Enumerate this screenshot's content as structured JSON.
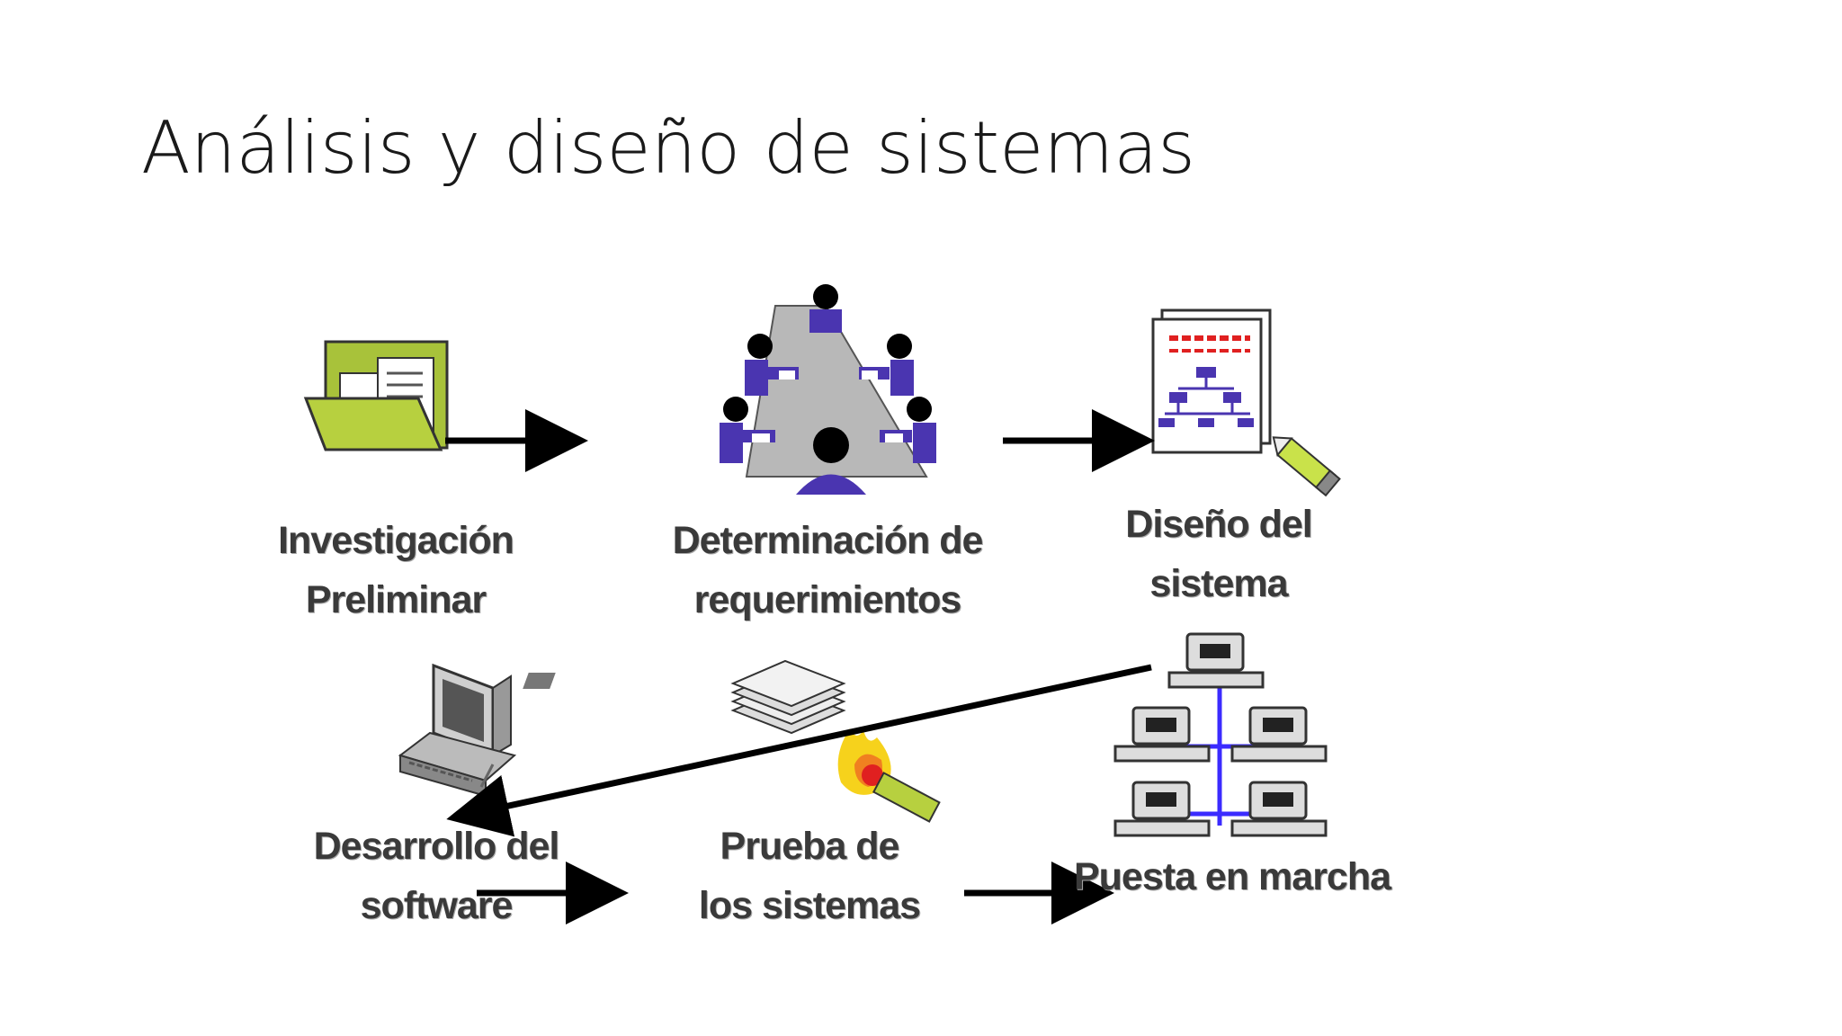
{
  "slide": {
    "title": "Análisis y diseño de sistemas"
  },
  "diagram": {
    "steps": [
      {
        "icon": "folder-documents-icon",
        "lines": [
          "Investigación",
          "Preliminar"
        ]
      },
      {
        "icon": "meeting-table-icon",
        "lines": [
          "Determinación de",
          "requerimientos"
        ]
      },
      {
        "icon": "system-design-document-icon",
        "lines": [
          "Diseño del",
          "sistema"
        ]
      },
      {
        "icon": "computer-workstation-icon",
        "lines": [
          "Desarrollo del",
          "software"
        ]
      },
      {
        "icon": "testing-document-fire-icon",
        "lines": [
          "Prueba de",
          "los sistemas"
        ]
      },
      {
        "icon": "computer-network-icon",
        "lines": [
          "Puesta en marcha"
        ]
      }
    ]
  },
  "colors": {
    "folder": "#a8c23a",
    "people": "#4a35b0",
    "table": "#b8b8b8",
    "accent_red": "#e02020",
    "network_line": "#3b2bff",
    "arrow": "#000000",
    "label": "#3a3a3a"
  }
}
